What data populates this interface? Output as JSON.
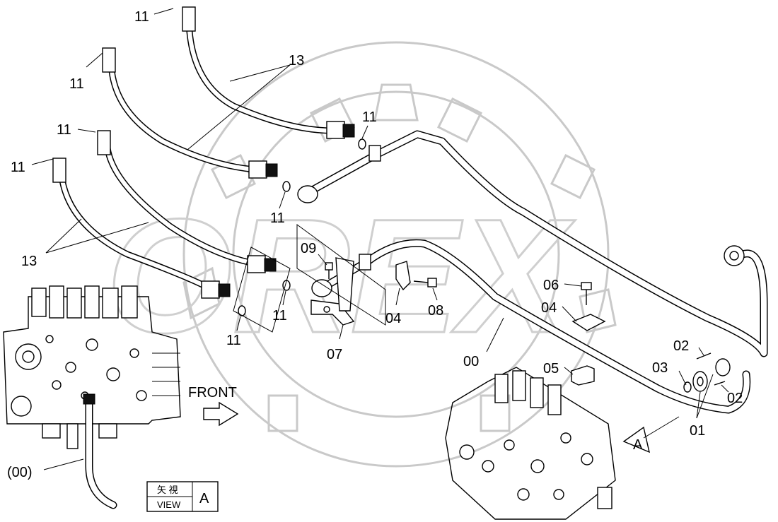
{
  "watermark": {
    "text": "OREX"
  },
  "labels": {
    "l11_a": "11",
    "l11_b": "11",
    "l11_c": "11",
    "l11_d": "11",
    "l11_e": "11",
    "l11_f": "11",
    "l11_g": "11",
    "l11_h": "11",
    "l13_top": "13",
    "l13_left": "13",
    "l09": "09",
    "l07": "07",
    "l04": "04",
    "l08": "08",
    "l06": "06",
    "l04b": "04",
    "l05": "05",
    "l00": "00",
    "l03": "03",
    "l02_top": "02",
    "l02_bot": "02",
    "l01": "01",
    "l00_paren": "(00)",
    "front": "FRONT",
    "arrow_a": "A"
  },
  "view_box": {
    "kanji": "矢 視",
    "view": "VIEW",
    "letter": "A"
  }
}
